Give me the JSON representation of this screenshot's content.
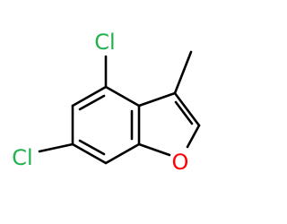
{
  "molecule": {
    "atoms": {
      "cl_top": {
        "symbol": "Cl",
        "color": "#22b14c"
      },
      "cl_left": {
        "symbol": "Cl",
        "color": "#22b14c"
      },
      "oxygen": {
        "symbol": "O",
        "color": "#ff0000"
      }
    }
  }
}
